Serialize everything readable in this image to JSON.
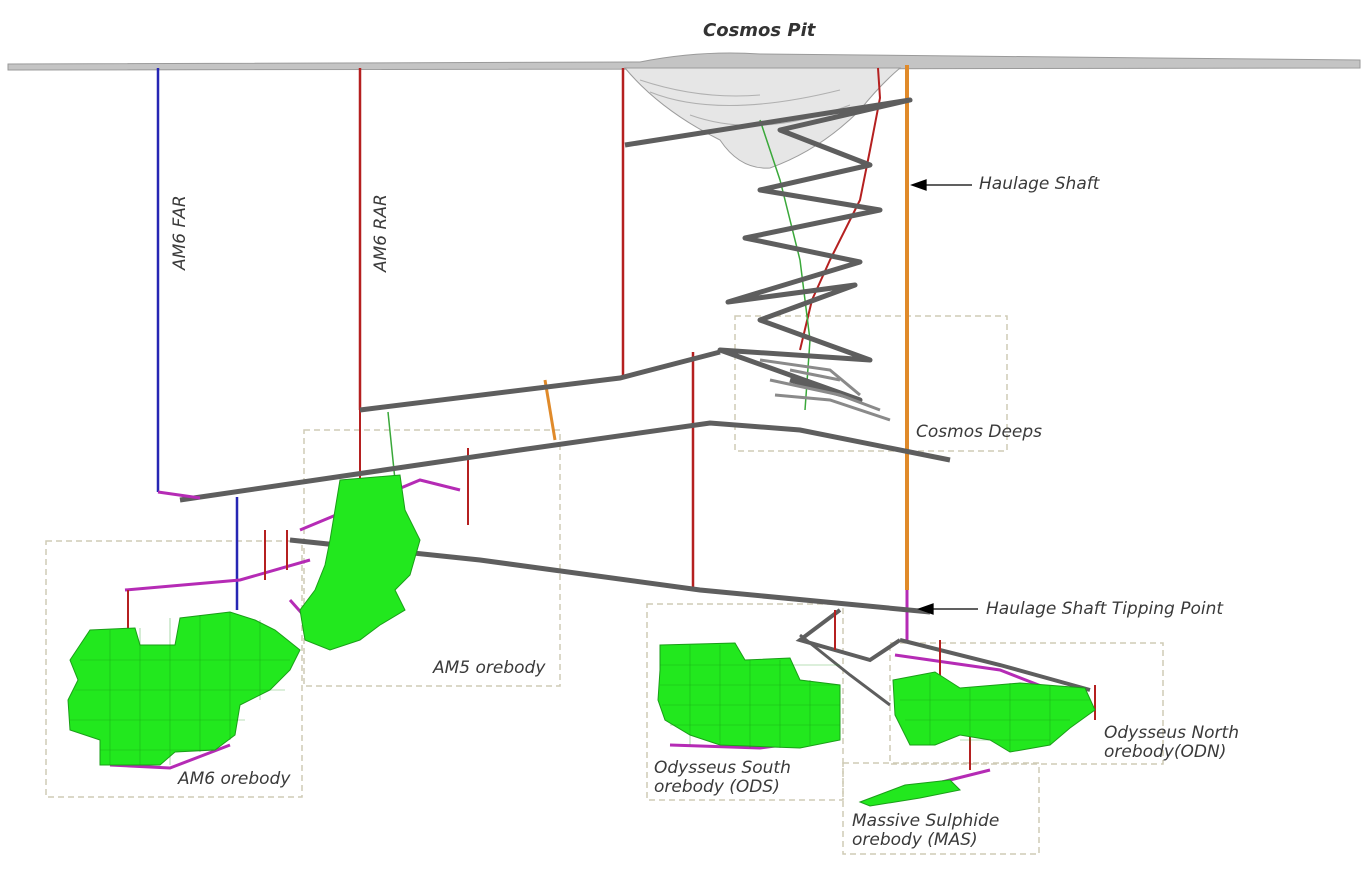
{
  "title": "Cosmos Pit",
  "labels": {
    "am6_far": "AM6 FAR",
    "am6_rar": "AM6 RAR",
    "haulage_shaft": "Haulage Shaft",
    "haulage_shaft_tipping_point": "Haulage Shaft Tipping Point",
    "cosmos_deeps": "Cosmos Deeps",
    "am5_orebody": "AM5 orebody",
    "am6_orebody": "AM6 orebody",
    "ods_line1": "Odysseus South",
    "ods_line2": "orebody (ODS)",
    "odn_line1": "Odysseus North",
    "odn_line2": "orebody(ODN)",
    "mas_line1": "Massive Sulphide",
    "mas_line2": "orebody (MAS)"
  },
  "colors": {
    "ground": "#b9b9b9",
    "tunnel": "#5e5e5e",
    "ore": "#22e81e",
    "far_shaft": "#2626b4",
    "raise": "#b52020",
    "haulage": "#e08a2a",
    "magenta": "#b52bb5",
    "link": "#3aa83a",
    "box": "#cfcbb6"
  }
}
